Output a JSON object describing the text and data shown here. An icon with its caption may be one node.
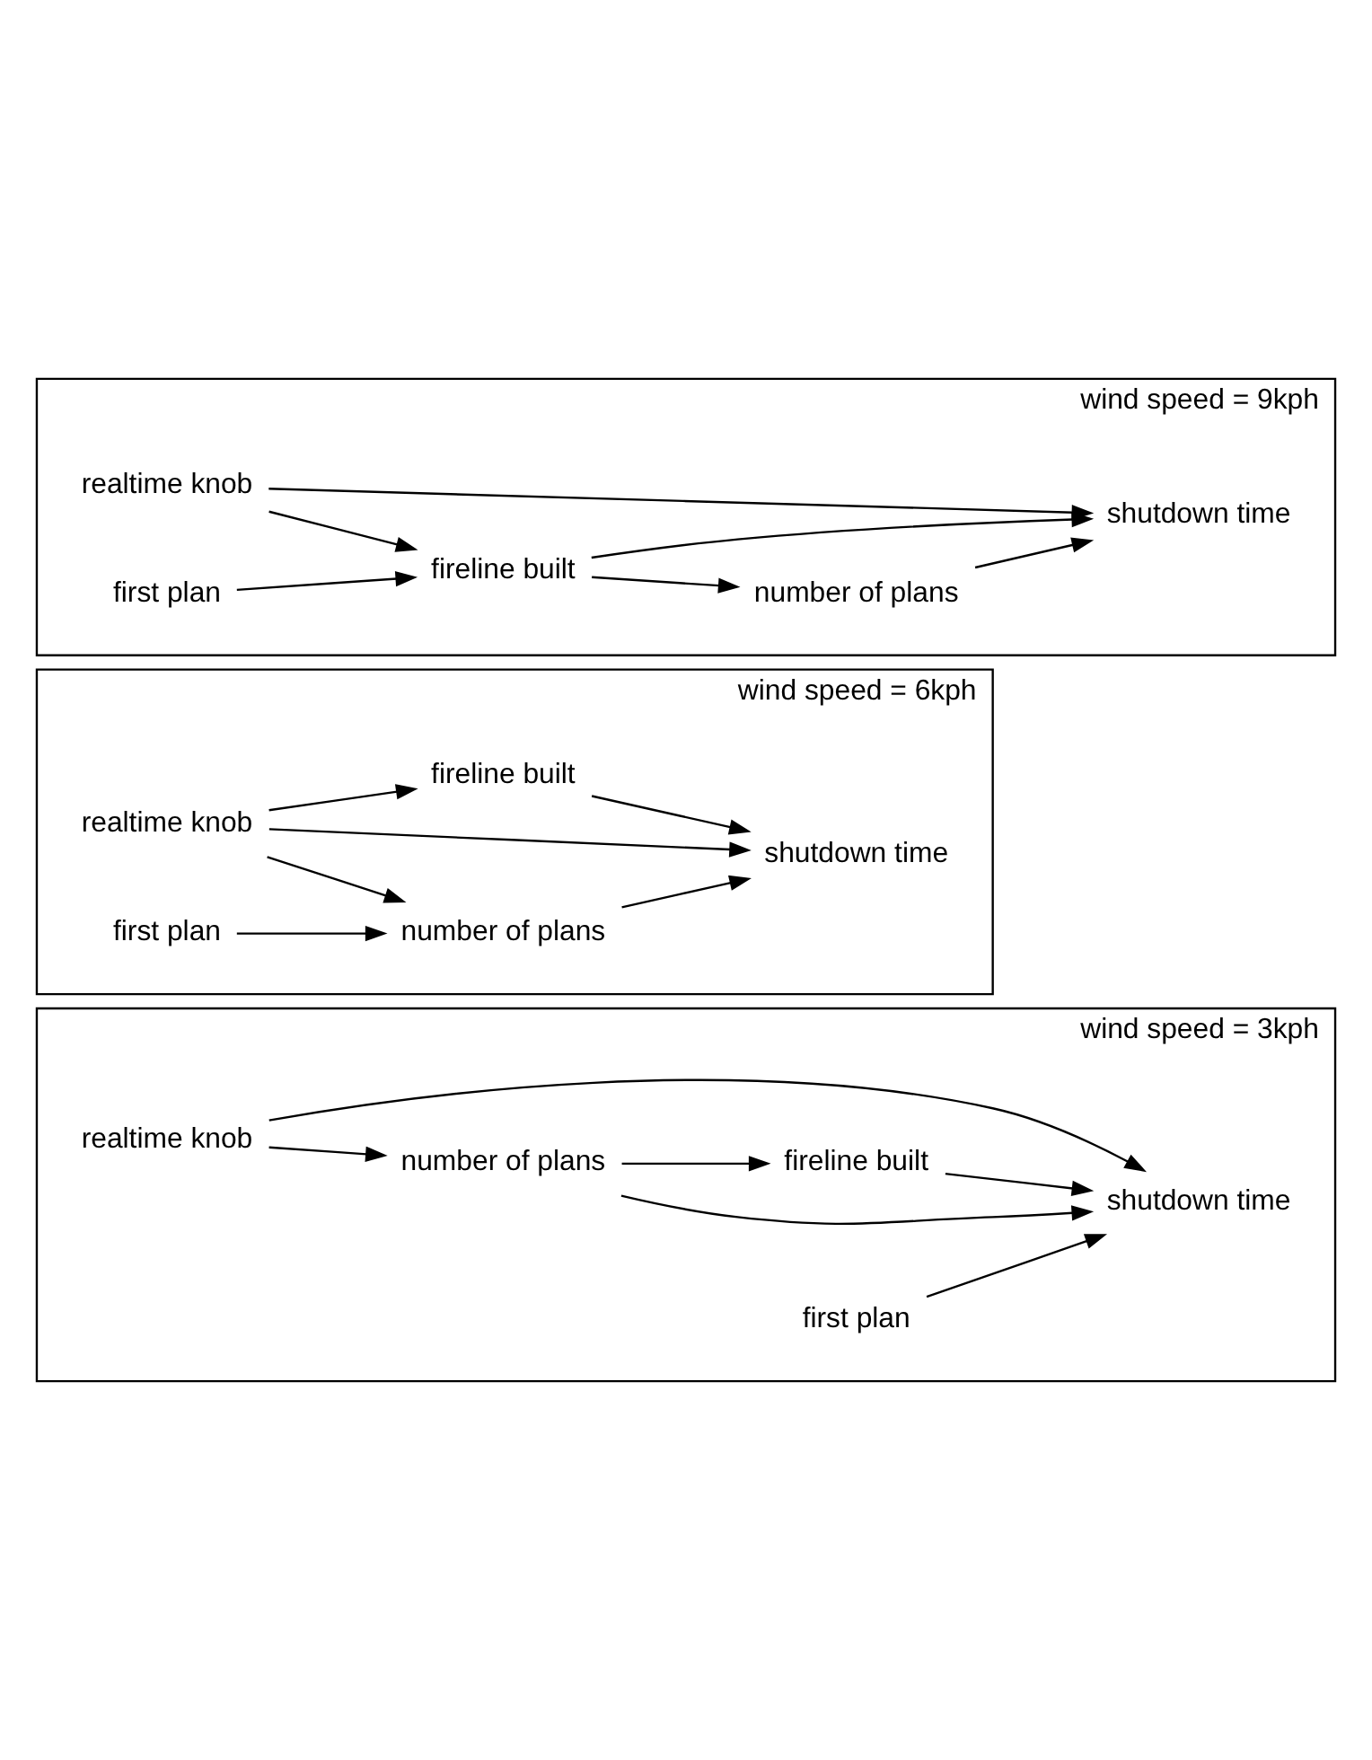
{
  "diagram": {
    "nodes": [
      {
        "text": [
          "wind speed = 3kph"
        ]
      },
      {
        "text": [
          "realtime knob"
        ],
        "in": 0
      },
      {
        "text": [
          "number of plans"
        ],
        "in": 0
      },
      {
        "text": [
          "shutdown time"
        ],
        "in": 0
      },
      {
        "text": [
          "first plan"
        ],
        "in": 0
      },
      {
        "text": [
          "fireline built"
        ],
        "in": 0
      },
      {
        "text": [
          "wind speed = 6kph"
        ]
      },
      {
        "text": [
          "realtime knob"
        ],
        "in": 6
      },
      {
        "text": [
          "number of plans"
        ],
        "in": 6
      },
      {
        "text": [
          "shutdown time"
        ],
        "in": 6
      },
      {
        "text": [
          "first plan"
        ],
        "in": 6
      },
      {
        "text": [
          "fireline built"
        ],
        "in": 6
      },
      {
        "text": [
          "wind speed = 9kph"
        ]
      },
      {
        "text": [
          "realtime knob"
        ],
        "in": 12
      },
      {
        "text": [
          "number of plans"
        ],
        "in": 12
      },
      {
        "text": [
          "shutdown time"
        ],
        "in": 12
      },
      {
        "text": [
          "first plan"
        ],
        "in": 12
      },
      {
        "text": [
          "fireline built"
        ],
        "in": 12
      }
    ],
    "edges": [
      {
        "from": 1,
        "to": 3,
        "arrow": "to"
      },
      {
        "from": 1,
        "to": 2,
        "arrow": "to"
      },
      {
        "from": 2,
        "to": 3,
        "arrow": "to"
      },
      {
        "from": 2,
        "to": 5,
        "arrow": "to"
      },
      {
        "from": 4,
        "to": 3,
        "arrow": "to"
      },
      {
        "from": 5,
        "to": 3,
        "arrow": "to"
      },
      {
        "from": 7,
        "to": 9,
        "arrow": "to"
      },
      {
        "from": 7,
        "to": 8,
        "arrow": "to"
      },
      {
        "from": 7,
        "to": 11,
        "arrow": "to"
      },
      {
        "from": 8,
        "to": 9,
        "arrow": "to"
      },
      {
        "from": 10,
        "to": 8,
        "arrow": "to"
      },
      {
        "from": 11,
        "to": 9,
        "arrow": "to"
      },
      {
        "from": 13,
        "to": 15,
        "arrow": "to"
      },
      {
        "from": 13,
        "to": 17,
        "arrow": "to"
      },
      {
        "from": 14,
        "to": 15,
        "arrow": "to"
      },
      {
        "from": 17,
        "to": 14,
        "arrow": "to"
      },
      {
        "from": 16,
        "to": 17,
        "arrow": "to"
      },
      {
        "from": 17,
        "to": 15,
        "arrow": "to"
      }
    ]
  }
}
